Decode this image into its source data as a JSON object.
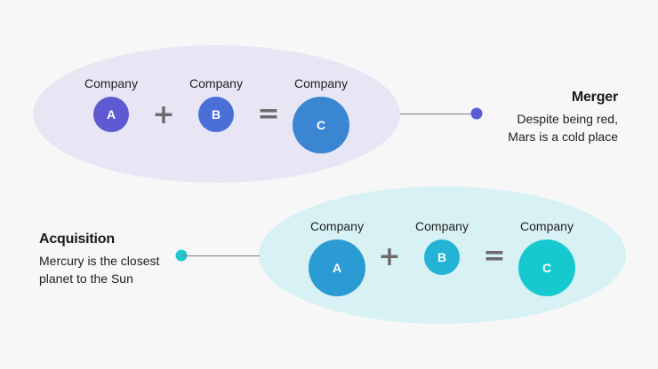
{
  "merger": {
    "title": "Merger",
    "description": "Despite being red,\nMars is a cold place",
    "ellipse_color": "#e8e6f5",
    "dot_color": "#5b5bd6",
    "companies": [
      {
        "label": "Company",
        "letter": "A",
        "color": "#5f59d3"
      },
      {
        "label": "Company",
        "letter": "B",
        "color": "#4a6fd6"
      },
      {
        "label": "Company",
        "letter": "C",
        "color": "#3a86d3"
      }
    ],
    "operators": [
      "+",
      "="
    ]
  },
  "acquisition": {
    "title": "Acquisition",
    "description": "Mercury is the closest\nplanet to the Sun",
    "ellipse_color": "#d8f1f4",
    "dot_color": "#22c6cf",
    "companies": [
      {
        "label": "Company",
        "letter": "A",
        "color": "#2b9bd4"
      },
      {
        "label": "Company",
        "letter": "B",
        "color": "#23b3d4"
      },
      {
        "label": "Company",
        "letter": "C",
        "color": "#16c9cf"
      }
    ],
    "operators": [
      "+",
      "="
    ]
  }
}
